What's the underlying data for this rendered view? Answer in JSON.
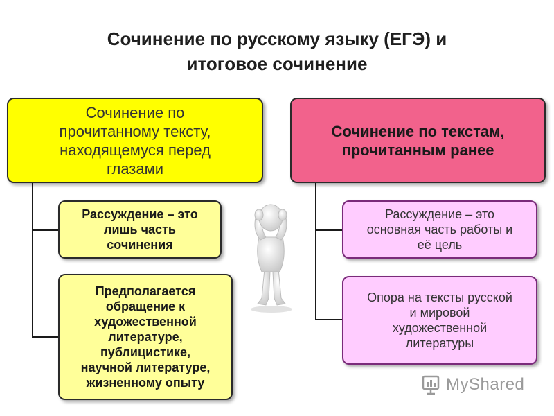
{
  "title": "Сочинение по русскому языку (ЕГЭ) и\nитоговое сочинение",
  "left": {
    "header": "Сочинение по\nпрочитанному тексту,\nнаходящемуся перед\nглазами",
    "items": [
      "Рассуждение – это\nлишь часть\nсочинения",
      "Предполагается\nобращение к\nхудожественной\nлитературе,\nпублицистике,\nнаучной литературе,\nжизненному опыту"
    ]
  },
  "right": {
    "header": "Сочинение  по текстам,\nпрочитанным ранее",
    "items": [
      "Рассуждение – это\nосновная часть работы и\nеё цель",
      "Опора на тексты русской\nи мировой\nхудожественной\nлитературы"
    ]
  },
  "watermark": {
    "text": "MyShared",
    "icon": "myshared-logo-icon"
  },
  "colors": {
    "left_header": "#ffff00",
    "left_items": "#ffff99",
    "right_header": "#f2628c",
    "right_items": "#ffccff"
  },
  "figure": {
    "icon": "thinking-person-icon"
  }
}
